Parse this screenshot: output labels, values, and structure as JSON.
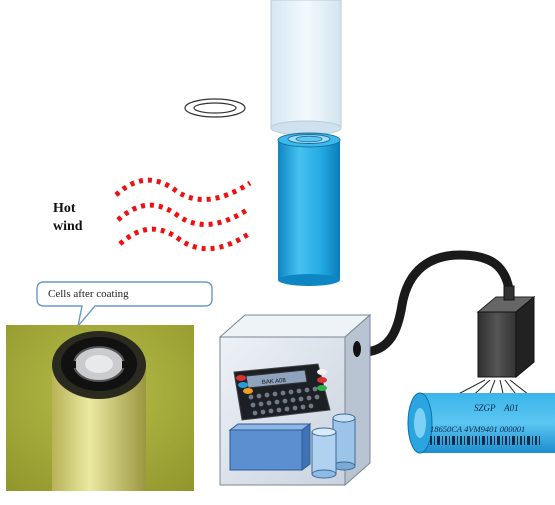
{
  "hot_wind": {
    "line1": "Hot",
    "line2": "wind"
  },
  "callout": {
    "text": "Cells after coating"
  },
  "printer_screen": {
    "text": "BAK A08"
  },
  "battery_print": {
    "line1": "SZGP    A01",
    "line2": "18650CA 4VM9401 000001"
  },
  "colors": {
    "cell_blue": "#1ea7e1",
    "tube": "#e4f0f8",
    "hot_wind_dots": "#ee1111",
    "printer_body": "#dde3ec",
    "print_head": "#444444",
    "photo_bg": "#a2a838"
  },
  "icons": [
    "cell-battery-icon",
    "tube-icon",
    "ring-icon",
    "printer-icon",
    "print-head-icon",
    "cable-icon"
  ]
}
